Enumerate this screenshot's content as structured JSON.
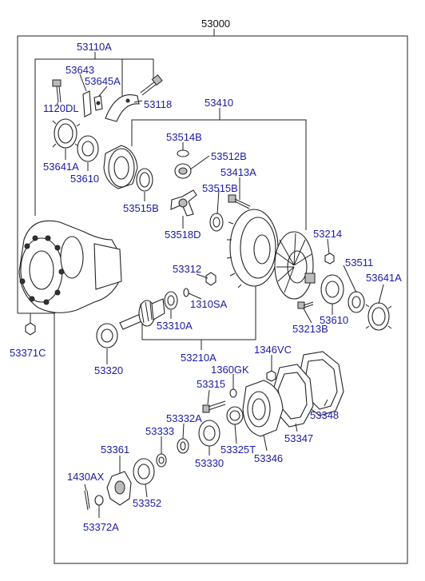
{
  "diagram": {
    "assembly": "53000",
    "labels": {
      "p53110A": "53110A",
      "p53643": "53643",
      "p53645A": "53645A",
      "p1120DL": "1120DL",
      "p53118": "53118",
      "p53410": "53410",
      "p53641A_left": "53641A",
      "p53610_left": "53610",
      "p53514B": "53514B",
      "p53512B": "53512B",
      "p53413A": "53413A",
      "p53515B_left": "53515B",
      "p53515B_right": "53515B",
      "p53518D": "53518D",
      "p53214": "53214",
      "p53511": "53511",
      "p53641A_right": "53641A",
      "p53312": "53312",
      "p1310SA": "1310SA",
      "p53310A": "53310A",
      "p53213B": "53213B",
      "p53610_right": "53610",
      "p53371C": "53371C",
      "p53320": "53320",
      "p53210A": "53210A",
      "p1346VC": "1346VC",
      "p1360GK": "1360GK",
      "p53315": "53315",
      "p53348": "53348",
      "p53332A": "53332A",
      "p53333": "53333",
      "p53347": "53347",
      "p53325T": "53325T",
      "p53330": "53330",
      "p53346": "53346",
      "p53361": "53361",
      "p1430AX": "1430AX",
      "p53352": "53352",
      "p53372A": "53372A"
    },
    "colors": {
      "label": "#1a1aa8",
      "line": "#222222"
    }
  }
}
